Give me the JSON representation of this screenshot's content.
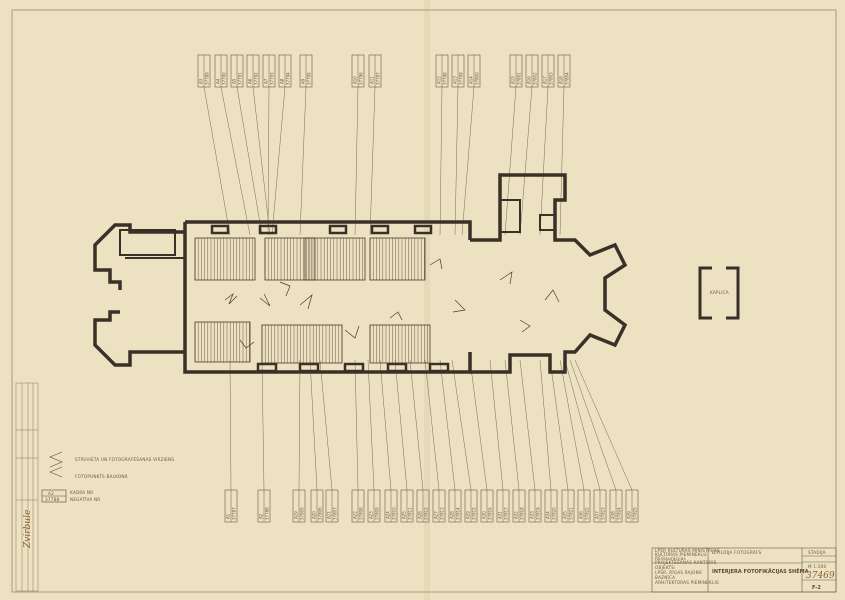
{
  "drawing": {
    "title": "INTERJERA FOTOFIKĀCIJAS SHĒMA",
    "sheet_no": "F-2",
    "scale": "M 1:200",
    "archive_no": "37469",
    "org_block": [
      "LPSR KULTŪRAS MINISTRIJAS",
      "KULTŪRAS PIEMINEKĻU",
      "REstaurācijas",
      "PROJEKTĒŠANAS KANTORIS"
    ],
    "object_block": [
      "OBJEKTS:",
      "LPSR, RĪGAS RAJONS",
      "BAZNĪCA",
      "ARHITEKTŪRAS PIEMINEKLIS"
    ],
    "author_line": "IZPILDĪJA   FOTOGRĀFS",
    "stage": "STADIJA"
  },
  "chapel_label": "KAPLICA",
  "legend": {
    "direction": "STĀVVIETA UN FOTOGRAFĒŠANAS VIRZIENS",
    "balcony": "FOTOPUNKTS BALKONĀ",
    "tag_top": "A2",
    "tag_bottom": "37788",
    "tag_desc1": "KADRA NR",
    "tag_desc2": "NEGATĪVA NR"
  },
  "tags_top": [
    {
      "id": "A3",
      "neg": "37789"
    },
    {
      "id": "A4",
      "neg": "37790"
    },
    {
      "id": "A5",
      "neg": "37791"
    },
    {
      "id": "A6",
      "neg": "37792"
    },
    {
      "id": "A7",
      "neg": "37793"
    },
    {
      "id": "A8",
      "neg": "37794"
    },
    {
      "id": "A9",
      "neg": "37795"
    },
    {
      "id": "A10",
      "neg": "37796"
    },
    {
      "id": "A11",
      "neg": "37797"
    },
    {
      "id": "A12",
      "neg": "37798"
    },
    {
      "id": "A13",
      "neg": "37799"
    },
    {
      "id": "A14",
      "neg": "37800"
    },
    {
      "id": "A15",
      "neg": "37801"
    },
    {
      "id": "A16",
      "neg": "37802"
    },
    {
      "id": "A17",
      "neg": "37803"
    },
    {
      "id": "A18",
      "neg": "37804"
    }
  ],
  "tags_bottom": [
    {
      "id": "A1",
      "neg": "37787"
    },
    {
      "id": "A2",
      "neg": "37788"
    },
    {
      "id": "A19",
      "neg": "37805"
    },
    {
      "id": "A20",
      "neg": "37806"
    },
    {
      "id": "A21",
      "neg": "37807"
    },
    {
      "id": "A22",
      "neg": "37808"
    },
    {
      "id": "A23",
      "neg": "37809"
    },
    {
      "id": "A24",
      "neg": "37810"
    },
    {
      "id": "A25",
      "neg": "37811"
    },
    {
      "id": "A26",
      "neg": "37812"
    },
    {
      "id": "A27",
      "neg": "37813"
    },
    {
      "id": "A28",
      "neg": "37814"
    },
    {
      "id": "A29",
      "neg": "37815"
    },
    {
      "id": "A30",
      "neg": "37816"
    },
    {
      "id": "A31",
      "neg": "37817"
    },
    {
      "id": "A32",
      "neg": "37818"
    },
    {
      "id": "A33",
      "neg": "37819"
    },
    {
      "id": "A34",
      "neg": "37820"
    },
    {
      "id": "A35",
      "neg": "37821"
    },
    {
      "id": "A36",
      "neg": "37822"
    },
    {
      "id": "A37",
      "neg": "37823"
    },
    {
      "id": "A38",
      "neg": "37824"
    },
    {
      "id": "A39",
      "neg": "37825"
    }
  ],
  "side_tag": {
    "id": "A1",
    "neg": "37787"
  },
  "stamp_signature": "Zvirbule",
  "colors": {
    "paper": "#ece2c2",
    "ink": "#4a3a28",
    "wall": "#3a3028"
  }
}
